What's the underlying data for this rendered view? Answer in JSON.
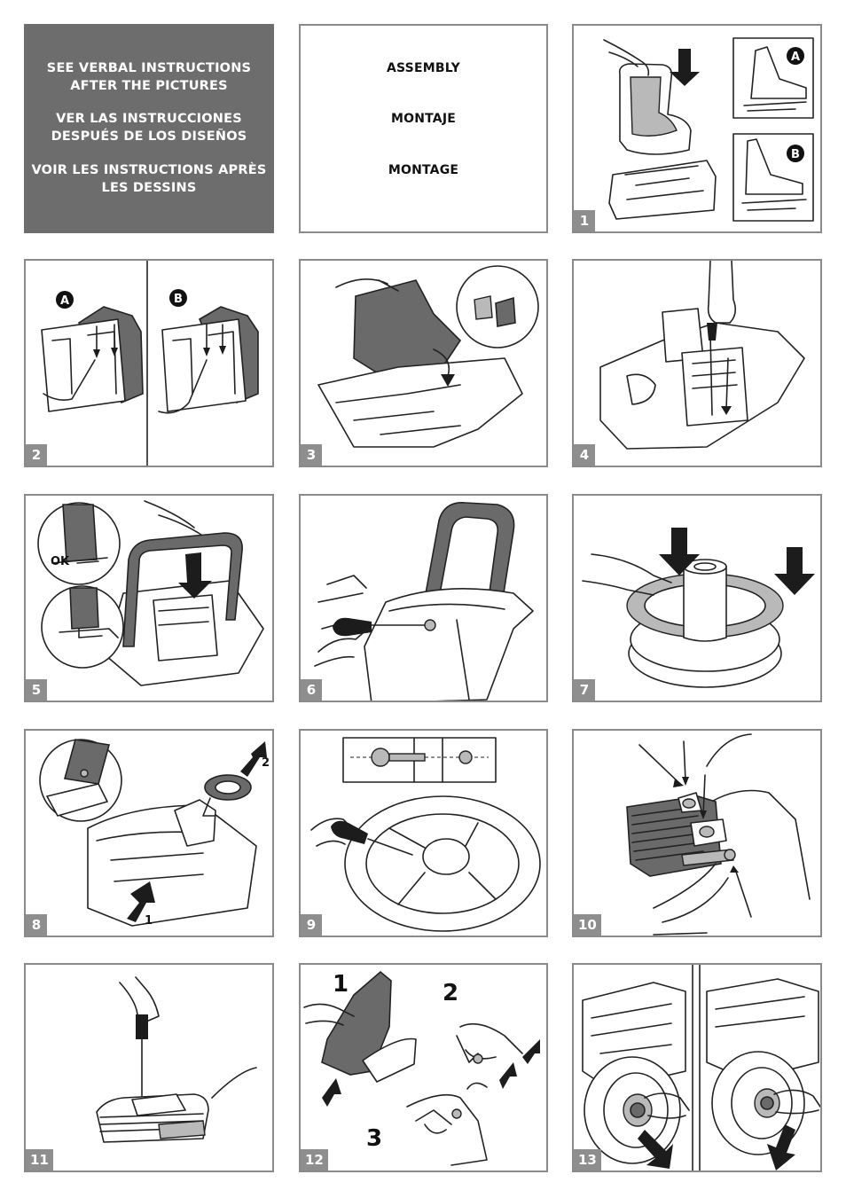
{
  "intro": {
    "english": [
      "SEE VERBAL INSTRUCTIONS",
      "AFTER THE PICTURES"
    ],
    "spanish": [
      "VER LAS INSTRUCCIONES",
      "DESPUÉS DE LOS DISEÑOS"
    ],
    "french": [
      "VOIR LES INSTRUCTIONS APRÈS",
      "LES DESSINS"
    ]
  },
  "titles": {
    "en": "ASSEMBLY",
    "es": "MONTAJE",
    "fr": "MONTAGE"
  },
  "steps": [
    "1",
    "2",
    "3",
    "4",
    "5",
    "6",
    "7",
    "8",
    "9",
    "10",
    "11",
    "12",
    "13"
  ],
  "callouts": {
    "step1_a": "A",
    "step1_b": "B",
    "step2_a": "A",
    "step2_b": "B",
    "step5_ok": "OK",
    "step8_one": "1",
    "step8_two": "2",
    "step12_one": "1",
    "step12_two": "2",
    "step12_three": "3"
  },
  "icons": [
    "down-arrow-icon",
    "hand-icon",
    "screwdriver-icon",
    "zoom-callout-icon"
  ]
}
